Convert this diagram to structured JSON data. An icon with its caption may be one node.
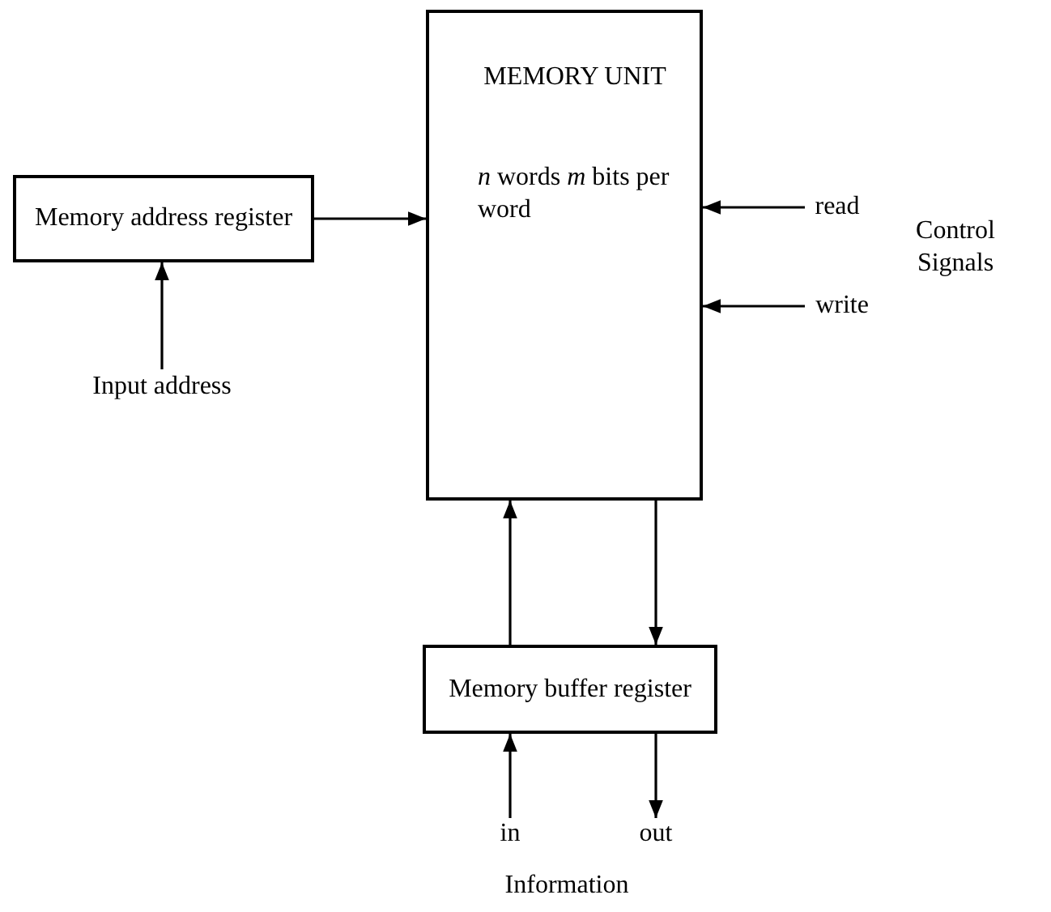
{
  "diagram": {
    "nodes": [
      {
        "text": [
          "MEMORY UNIT",
          "*n* words *m* bits per word"
        ]
      },
      {
        "text": [
          "Memory address register"
        ]
      },
      {
        "text": [
          "Input address"
        ]
      },
      {
        "text": [
          "read"
        ]
      },
      {
        "text": [
          "write"
        ]
      },
      {
        "text": [
          "Memory buffer register"
        ]
      },
      {
        "text": [
          "in"
        ]
      },
      {
        "text": [
          "out"
        ]
      }
    ],
    "edges": [
      {
        "from": 2,
        "to": 1,
        "arrow": "to"
      },
      {
        "from": 1,
        "to": 0,
        "arrow": "to"
      },
      {
        "from": 3,
        "to": 0,
        "arrow": "to"
      },
      {
        "from": 4,
        "to": 0,
        "arrow": "to"
      },
      {
        "from": 5,
        "to": 0,
        "arrow": "to"
      },
      {
        "from": 0,
        "to": 5,
        "arrow": "to"
      },
      {
        "from": 6,
        "to": 5,
        "arrow": "to"
      },
      {
        "from": 5,
        "to": 7,
        "arrow": "to"
      }
    ],
    "labels": [
      "Control Signals",
      "Information"
    ]
  }
}
